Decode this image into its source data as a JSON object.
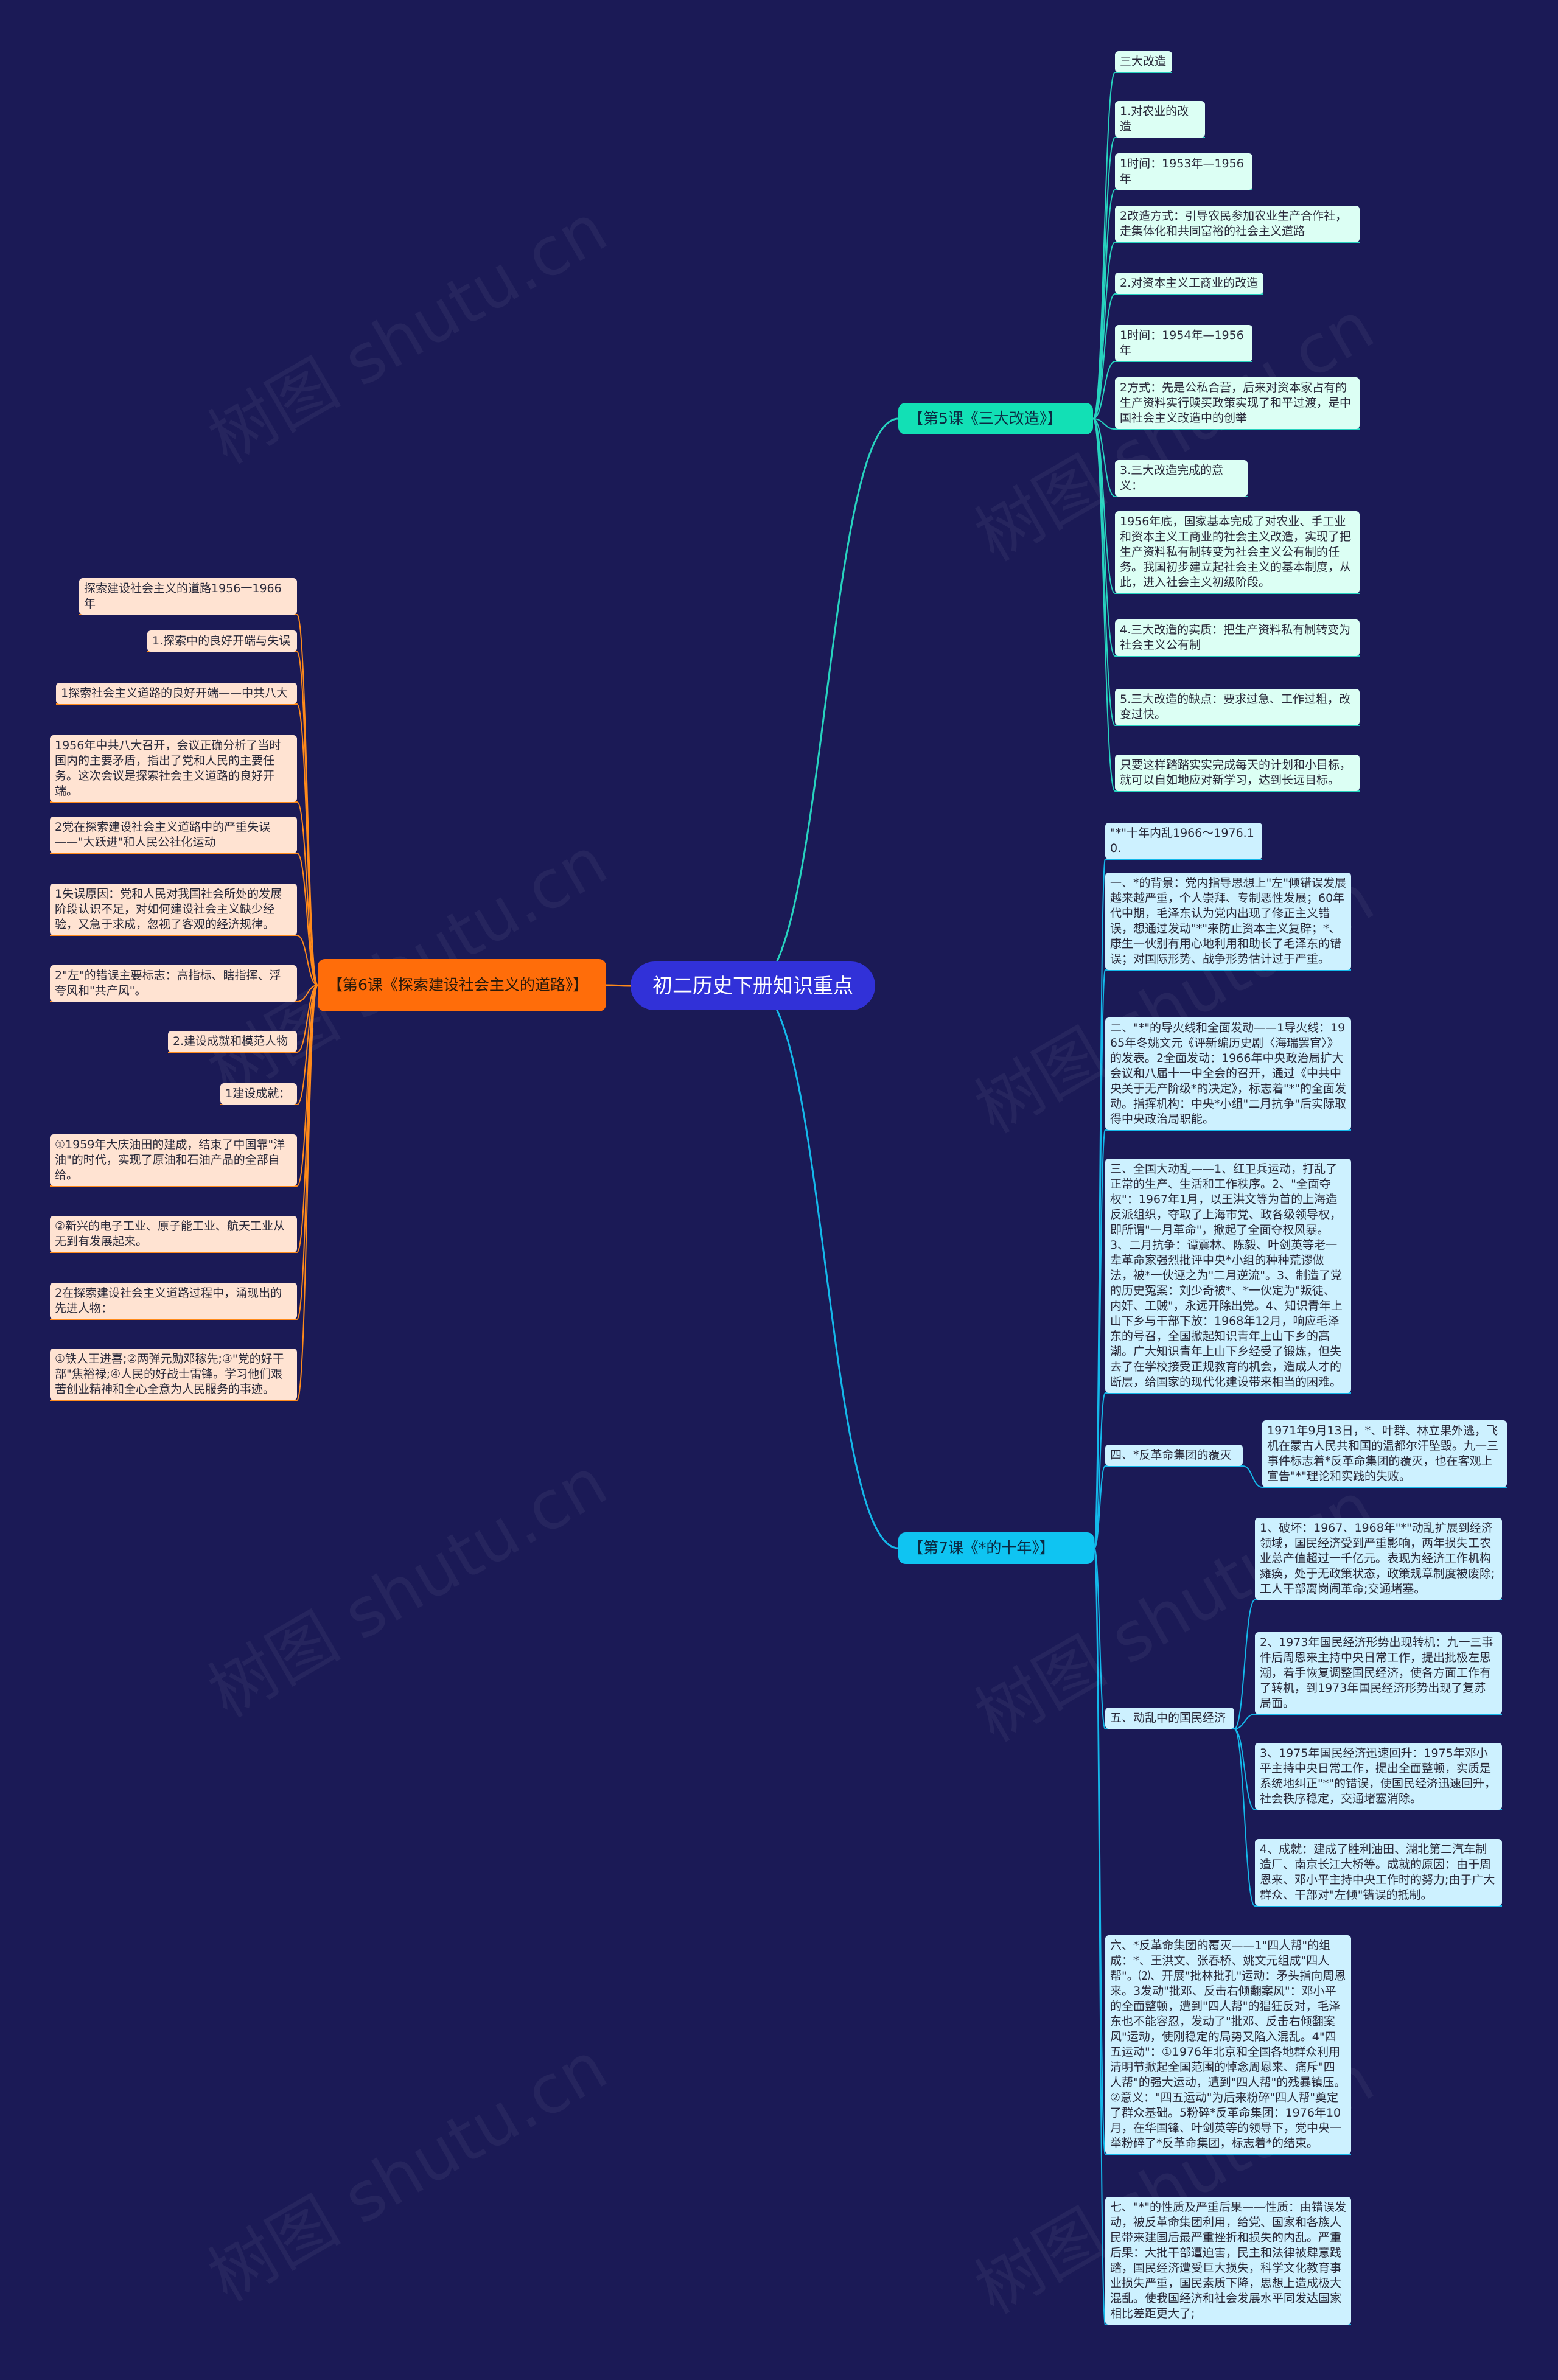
{
  "watermark": "树图 shutu.cn",
  "root": "初二历史下册知识重点",
  "branches": {
    "b1": "【第5课《三大改造》】",
    "b2": "【第7课《*的十年》】",
    "b3": "【第6课《探索建设社会主义的道路》】"
  },
  "lesson5": [
    "三大改造",
    "1.对农业的改造",
    "1时间：1953年—1956年",
    "2改造方式：引导农民参加农业生产合作社，走集体化和共同富裕的社会主义道路",
    "2.对资本主义工商业的改造",
    "1时间：1954年—1956年",
    "2方式：先是公私合营，后来对资本家占有的生产资料实行赎买政策实现了和平过渡，是中国社会主义改造中的创举",
    "3.三大改造完成的意义：",
    "1956年底，国家基本完成了对农业、手工业和资本主义工商业的社会主义改造，实现了把生产资料私有制转变为社会主义公有制的任务。我国初步建立起社会主义的基本制度，从此，进入社会主义初级阶段。",
    "4.三大改造的实质：把生产资料私有制转变为社会主义公有制",
    "5.三大改造的缺点：要求过急、工作过粗，改变过快。",
    "只要这样踏踏实实完成每天的计划和小目标，就可以自如地应对新学习，达到长远目标。"
  ],
  "lesson7": [
    "\"*\"十年内乱1966～1976.10.",
    "一、*的背景：党内指导思想上\"左\"倾错误发展越来越严重，个人崇拜、专制恶性发展；60年代中期，毛泽东认为党内出现了修正主义错误，想通过发动\"*\"来防止资本主义复辟；*、康生一伙别有用心地利用和助长了毛泽东的错误；对国际形势、战争形势估计过于严重。",
    "二、\"*\"的导火线和全面发动——1导火线：1965年冬姚文元《评新编历史剧〈海瑞罢官〉》的发表。2全面发动：1966年中央政治局扩大会议和八届十一中全会的召开，通过《中共中央关于无产阶级*的决定》，标志着\"*\"的全面发动。指挥机构：中央*小组\"二月抗争\"后实际取得中央政治局职能。",
    "三、全国大动乱——1、红卫兵运动，打乱了正常的生产、生活和工作秩序。2、\"全面夺权\"：1967年1月，以王洪文等为首的上海造反派组织，夺取了上海市党、政各级领导权，即所谓\"一月革命\"，掀起了全面夺权风暴。3、二月抗争：谭震林、陈毅、叶剑英等老一辈革命家强烈批评中央*小组的种种荒谬做法，被*一伙诬之为\"二月逆流\"。3、制造了党的历史冤案：刘少奇被*、*一伙定为\"叛徒、内奸、工贼\"，永远开除出党。4、知识青年上山下乡与干部下放：1968年12月，响应毛泽东的号召，全国掀起知识青年上山下乡的高潮。广大知识青年上山下乡经受了锻炼，但失去了在学校接受正规教育的机会，造成人才的断层，给国家的现代化建设带来相当的困难。",
    "四、*反革命集团的覆灭",
    "1971年9月13日，*、叶群、林立果外逃，飞机在蒙古人民共和国的温都尔汗坠毁。九一三事件标志着*反革命集团的覆灭，也在客观上宣告\"*\"理论和实践的失败。",
    "五、动乱中的国民经济",
    "1、破坏：1967、1968年\"*\"动乱扩展到经济领域，国民经济受到严重影响，两年损失工农业总产值超过一千亿元。表现为经济工作机构瘫痪，处于无政策状态，政策规章制度被废除;工人干部离岗闹革命;交通堵塞。",
    "2、1973年国民经济形势出现转机：九一三事件后周恩来主持中央日常工作，提出批极左思潮，着手恢复调整国民经济，使各方面工作有了转机，到1973年国民经济形势出现了复苏局面。",
    "3、1975年国民经济迅速回升：1975年邓小平主持中央日常工作，提出全面整顿，实质是系统地纠正\"*\"的错误，使国民经济迅速回升，社会秩序稳定，交通堵塞消除。",
    "4、成就：建成了胜利油田、湖北第二汽车制造厂、南京长江大桥等。成就的原因：由于周恩来、邓小平主持中央工作时的努力;由于广大群众、干部对\"左倾\"错误的抵制。",
    "六、*反革命集团的覆灭——1\"四人帮\"的组成：*、王洪文、张春桥、姚文元组成\"四人帮\"。⑵、开展\"批林批孔\"运动：矛头指向周恩来。3发动\"批邓、反击右倾翻案风\"：邓小平的全面整顿，遭到\"四人帮\"的猖狂反对，毛泽东也不能容忍，发动了\"批邓、反击右倾翻案风\"运动，使刚稳定的局势又陷入混乱。4\"四五运动\"：①1976年北京和全国各地群众利用清明节掀起全国范围的悼念周恩来、痛斥\"四人帮\"的强大运动，遭到\"四人帮\"的残暴镇压。②意义：\"四五运动\"为后来粉碎\"四人帮\"奠定了群众基础。5粉碎*反革命集团：1976年10月，在华国锋、叶剑英等的领导下，党中央一举粉碎了*反革命集团，标志着*的结束。",
    "七、\"*\"的性质及严重后果——性质：由错误发动，被反革命集团利用，给党、国家和各族人民带来建国后最严重挫折和损失的内乱。严重后果：大批干部遭迫害，民主和法律被肆意践踏，国民经济遭受巨大损失，科学文化教育事业损失严重，国民素质下降，思想上造成极大混乱。使我国经济和社会发展水平同发达国家相比差距更大了;"
  ],
  "lesson6": [
    "探索建设社会主义的道路1956一1966年",
    "1.探索中的良好开端与失误",
    "1探索社会主义道路的良好开端——中共八大",
    "1956年中共八大召开，会议正确分析了当时国内的主要矛盾，指出了党和人民的主要任务。这次会议是探索社会主义道路的良好开端。",
    "2党在探索建设社会主义道路中的严重失误——\"大跃进\"和人民公社化运动",
    "1失误原因：党和人民对我国社会所处的发展阶段认识不足，对如何建设社会主义缺少经验，又急于求成，忽视了客观的经济规律。",
    "2\"左\"的错误主要标志：高指标、瞎指挥、浮夸风和\"共产风\"。",
    "2.建设成就和模范人物",
    "1建设成就：",
    "①1959年大庆油田的建成，结束了中国靠\"洋油\"的时代，实现了原油和石油产品的全部自给。",
    "②新兴的电子工业、原子能工业、航天工业从无到有发展起来。",
    "2在探索建设社会主义道路过程中，涌现出的先进人物：",
    "①铁人王进喜;②两弹元勋邓稼先;③\"党的好干部\"焦裕禄;④人民的好战士雷锋。学习他们艰苦创业精神和全心全意为人民服务的事迹。"
  ],
  "colors": {
    "background": "#1b1a56",
    "root": "#3131d8",
    "lesson5_branch": "#12e0b5",
    "lesson5_line": "#27d3bf",
    "lesson7_branch": "#0fc4f2",
    "lesson7_line": "#14b8ea",
    "lesson6_branch": "#ff6d0a",
    "lesson6_line": "#ff8a1a"
  }
}
